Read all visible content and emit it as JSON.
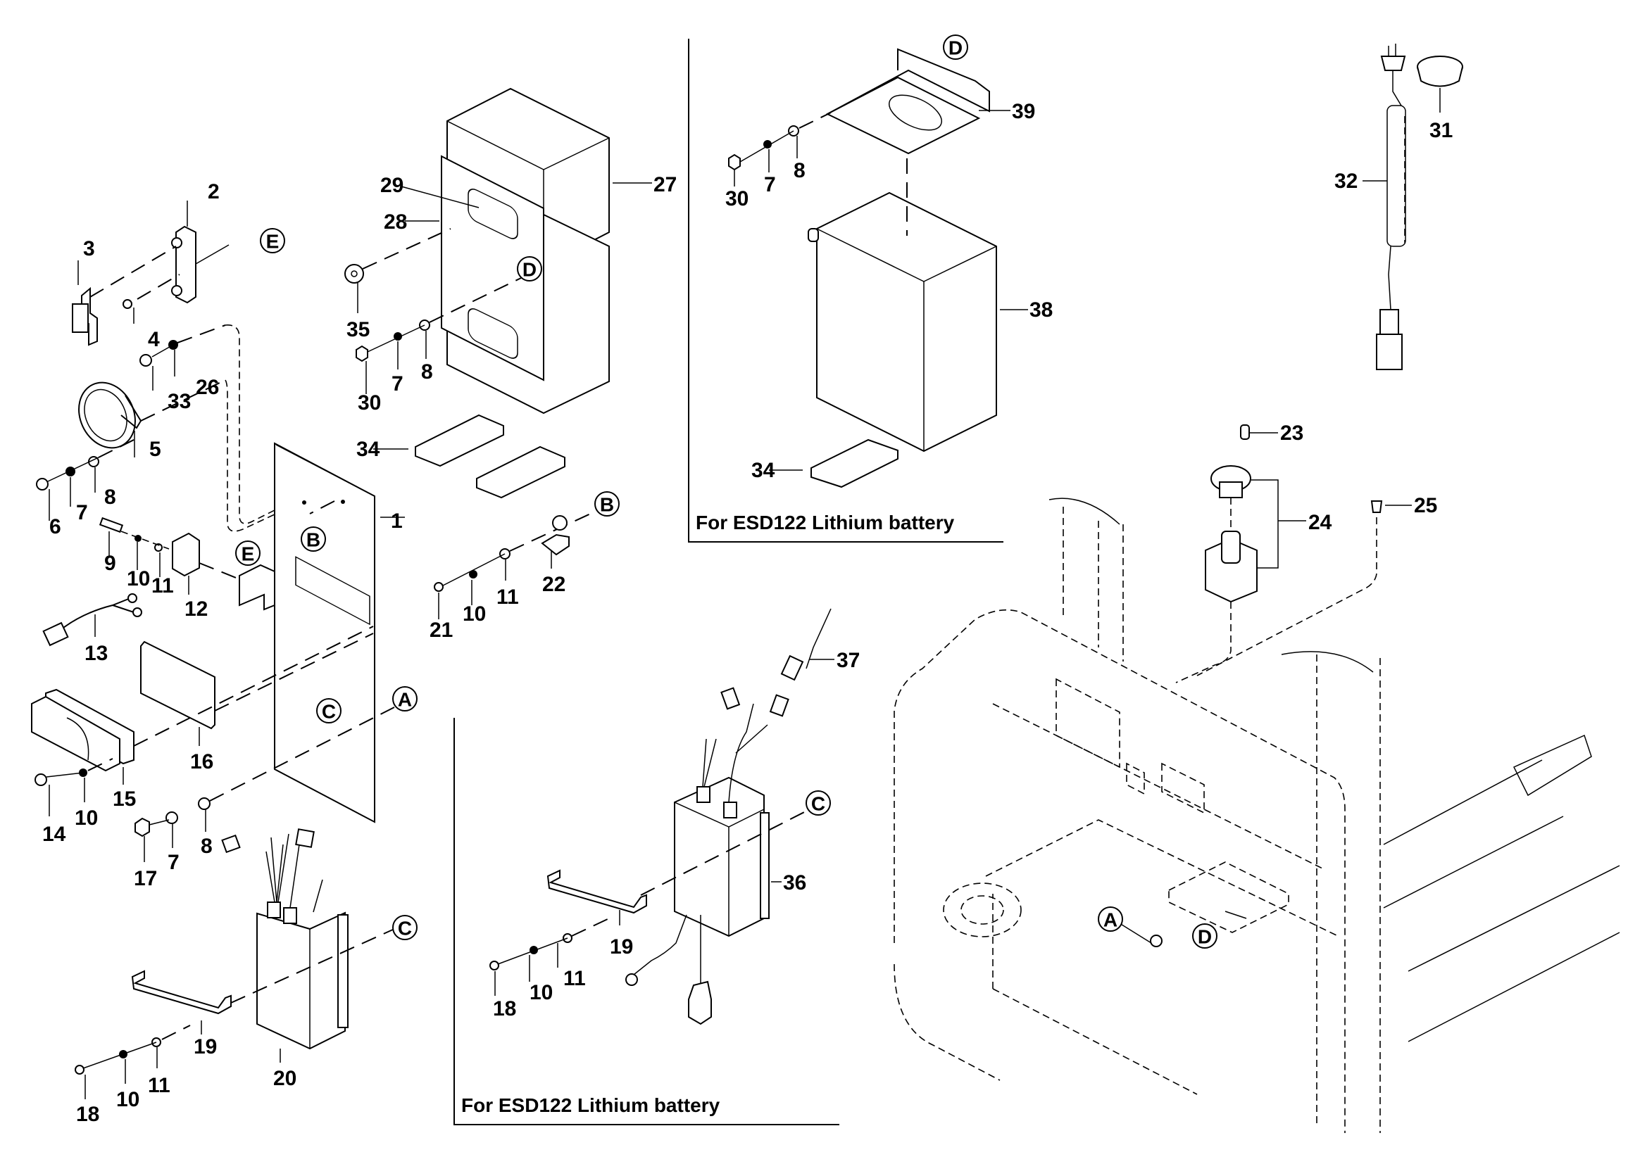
{
  "diagram": {
    "type": "exploded-parts-diagram",
    "subject": "Electrical components assembly",
    "captions": {
      "battery_bracket_panel": "For ESD122 Lithium battery",
      "charger_panel": "For ESD122 Lithium battery"
    },
    "reference_markers": [
      "A",
      "B",
      "C",
      "D",
      "E"
    ],
    "part_labels": {
      "p1": "1",
      "p2": "2",
      "p3": "3",
      "p4": "4",
      "p5": "5",
      "p6": "6",
      "p7a": "7",
      "p8a": "8",
      "p9": "9",
      "p10a": "10",
      "p11a": "11",
      "p12": "12",
      "p13": "13",
      "p14": "14",
      "p15": "15",
      "p16": "16",
      "p10b": "10",
      "p17": "17",
      "p7b": "7",
      "p8b": "8",
      "p18a": "18",
      "p10c": "10",
      "p11b": "11",
      "p19a": "19",
      "p20": "20",
      "p21": "21",
      "p10d": "10",
      "p11c": "11",
      "p22": "22",
      "p23": "23",
      "p24": "24",
      "p25": "25",
      "p26": "26",
      "p27": "27",
      "p28": "28",
      "p29": "29",
      "p30a": "30",
      "p7c": "7",
      "p8c": "8",
      "p35": "35",
      "p33": "33",
      "p34a": "34",
      "p30b": "30",
      "p7d": "7",
      "p8d": "8",
      "p39": "39",
      "p38": "38",
      "p34b": "34",
      "p31": "31",
      "p32": "32",
      "p37": "37",
      "p36": "36",
      "p19b": "19",
      "p18b": "18",
      "p10e": "10",
      "p11d": "11"
    },
    "refs": {
      "E1": "E",
      "E2": "E",
      "B1": "B",
      "B2": "B",
      "C1": "C",
      "C2": "C",
      "C3": "C",
      "A1": "A",
      "A2": "A",
      "D1": "D",
      "D2": "D",
      "D3": "D"
    }
  }
}
